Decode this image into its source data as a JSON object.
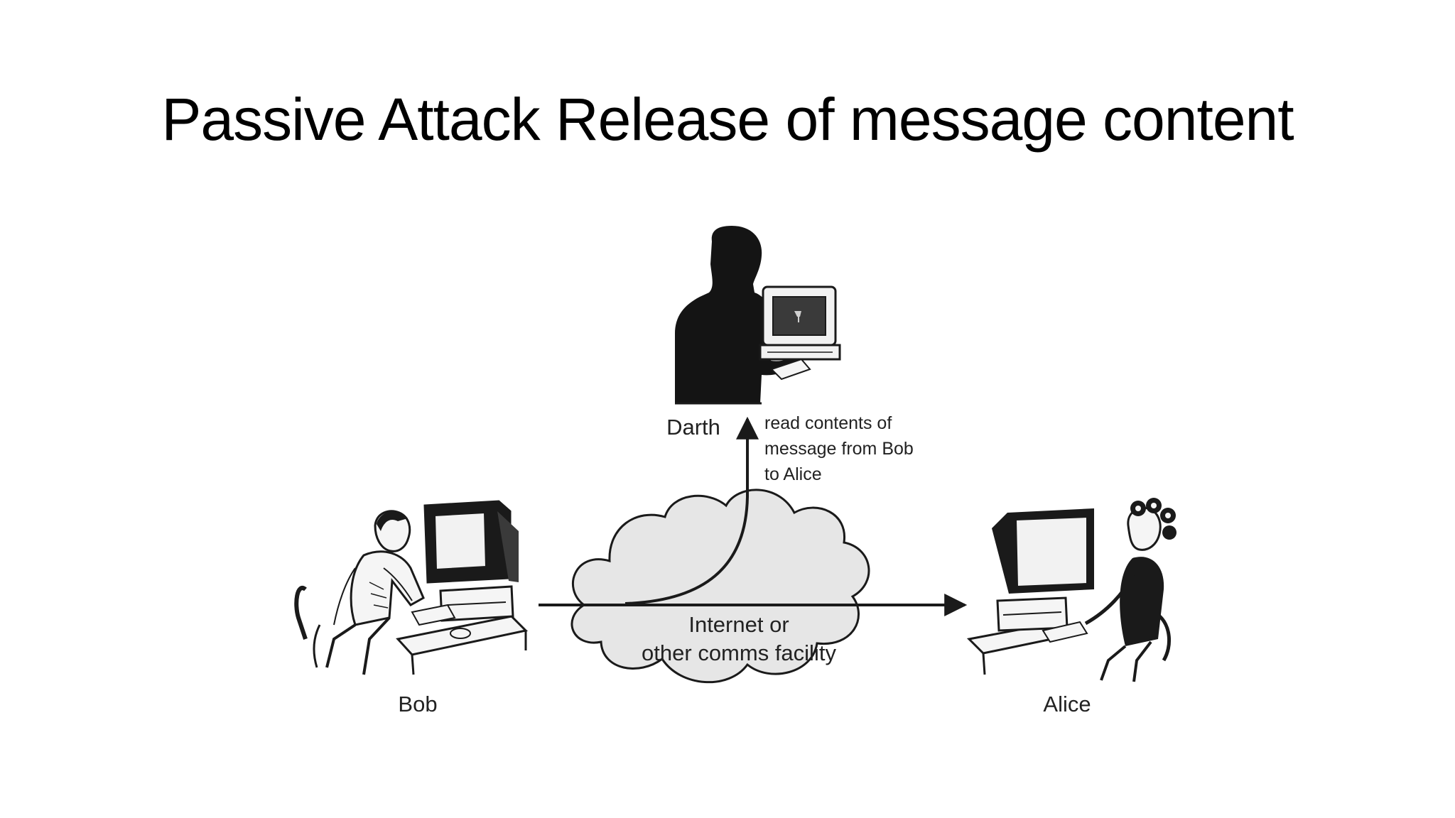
{
  "slide": {
    "title": "Passive Attack Release of message content"
  },
  "diagram": {
    "actors": {
      "attacker": "Darth",
      "sender": "Bob",
      "receiver": "Alice"
    },
    "network": {
      "line1": "Internet or",
      "line2": "other comms facility"
    },
    "annotation": {
      "line1": "read contents of",
      "line2": "message from Bob",
      "line3": "to Alice"
    },
    "colors": {
      "cloud_fill": "#e6e6e6",
      "ink": "#1a1a1a"
    }
  }
}
